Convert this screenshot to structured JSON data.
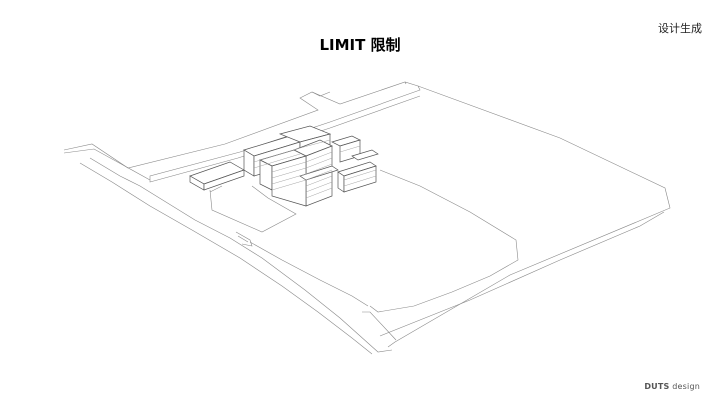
{
  "header": {
    "corner_label": "设计生成",
    "title": "LIMIT 限制"
  },
  "footer": {
    "brand_bold": "DUTS",
    "brand_rest": "design"
  },
  "colors": {
    "background": "#ffffff",
    "line": "#8a8a8a",
    "building": "#555555"
  }
}
